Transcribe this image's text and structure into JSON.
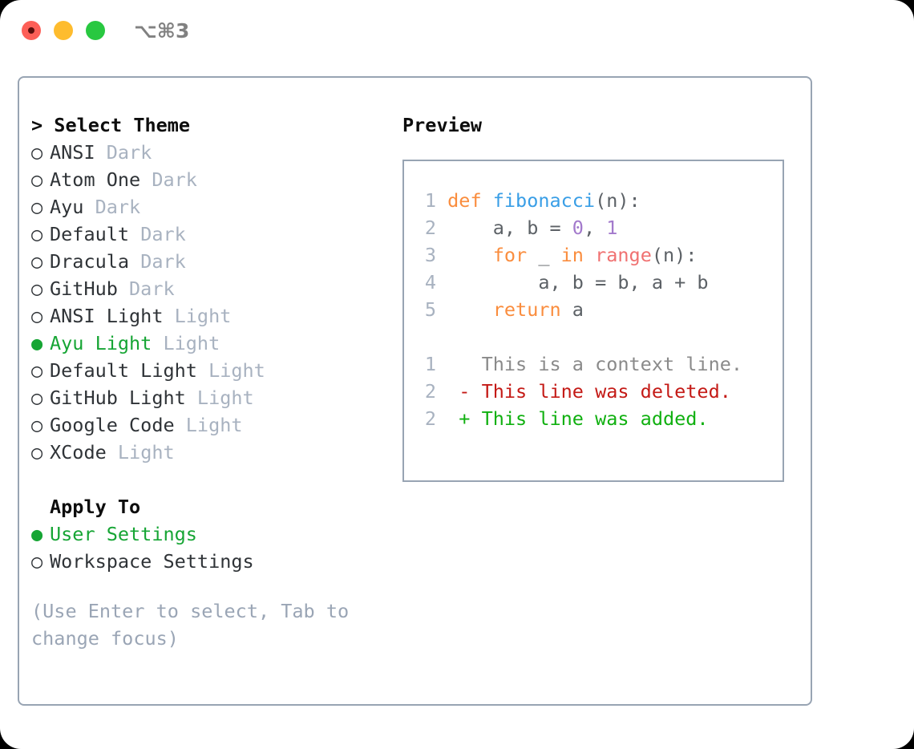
{
  "titlebar": {
    "traffic_lights": [
      "close-red",
      "minimize-yellow",
      "zoom-green"
    ],
    "shortcut": "⌥⌘3"
  },
  "theme_picker": {
    "heading": "> Select Theme",
    "bullet_selected": "●",
    "bullet_unselected": "○",
    "selected_theme": "Ayu Light",
    "items": [
      {
        "label": "ANSI",
        "tag": "Dark",
        "selected": false
      },
      {
        "label": "Atom One",
        "tag": "Dark",
        "selected": false
      },
      {
        "label": "Ayu",
        "tag": "Dark",
        "selected": false
      },
      {
        "label": "Default",
        "tag": "Dark",
        "selected": false
      },
      {
        "label": "Dracula",
        "tag": "Dark",
        "selected": false
      },
      {
        "label": "GitHub",
        "tag": "Dark",
        "selected": false
      },
      {
        "label": "ANSI Light",
        "tag": "Light",
        "selected": false
      },
      {
        "label": "Ayu Light",
        "tag": "Light",
        "selected": true
      },
      {
        "label": "Default Light",
        "tag": "Light",
        "selected": false
      },
      {
        "label": "GitHub Light",
        "tag": "Light",
        "selected": false
      },
      {
        "label": "Google Code",
        "tag": "Light",
        "selected": false
      },
      {
        "label": "XCode",
        "tag": "Light",
        "selected": false
      }
    ]
  },
  "apply_to": {
    "heading": "Apply To",
    "selected_scope": "User Settings",
    "items": [
      {
        "label": "User Settings",
        "selected": true
      },
      {
        "label": "Workspace Settings",
        "selected": false
      }
    ]
  },
  "hint": "(Use Enter to select, Tab to change focus)",
  "preview": {
    "title": "Preview",
    "code_lines": [
      {
        "num": "1",
        "tokens": [
          {
            "t": "def ",
            "c": "kw"
          },
          {
            "t": "fibonacci",
            "c": "fn"
          },
          {
            "t": "(n):",
            "c": "plain"
          }
        ]
      },
      {
        "num": "2",
        "tokens": [
          {
            "t": "    a, b = ",
            "c": "plain"
          },
          {
            "t": "0",
            "c": "num"
          },
          {
            "t": ", ",
            "c": "plain"
          },
          {
            "t": "1",
            "c": "num"
          }
        ]
      },
      {
        "num": "3",
        "tokens": [
          {
            "t": "    ",
            "c": "plain"
          },
          {
            "t": "for",
            "c": "kw"
          },
          {
            "t": " _ ",
            "c": "plain"
          },
          {
            "t": "in",
            "c": "kw"
          },
          {
            "t": " ",
            "c": "plain"
          },
          {
            "t": "range",
            "c": "call"
          },
          {
            "t": "(n):",
            "c": "plain"
          }
        ]
      },
      {
        "num": "4",
        "tokens": [
          {
            "t": "        a, b = b, a + b",
            "c": "plain"
          }
        ]
      },
      {
        "num": "5",
        "tokens": [
          {
            "t": "    ",
            "c": "plain"
          },
          {
            "t": "return",
            "c": "kw"
          },
          {
            "t": " a",
            "c": "plain"
          }
        ]
      }
    ],
    "diff_lines": [
      {
        "num": "1",
        "marker": " ",
        "text": " This is a context line.",
        "kind": "ctx"
      },
      {
        "num": "2",
        "marker": "-",
        "text": " This line was deleted.",
        "kind": "del"
      },
      {
        "num": "2",
        "marker": "+",
        "text": " This line was added.",
        "kind": "add"
      }
    ]
  },
  "colors": {
    "accent_green": "#16a534",
    "border": "#98a4b3",
    "muted_tag": "#a8b2c0",
    "hint": "#9aa5b5",
    "syntax_keyword": "#fa8d3e",
    "syntax_function": "#399ee6",
    "syntax_number": "#a37acc",
    "syntax_call": "#f07171",
    "syntax_plain": "#5c6166",
    "diff_context": "#8a8a8a",
    "diff_deleted": "#c41a16",
    "diff_added": "#10b010",
    "light_red": "#fd5f57",
    "light_yellow": "#febc2e",
    "light_green": "#28c840"
  }
}
